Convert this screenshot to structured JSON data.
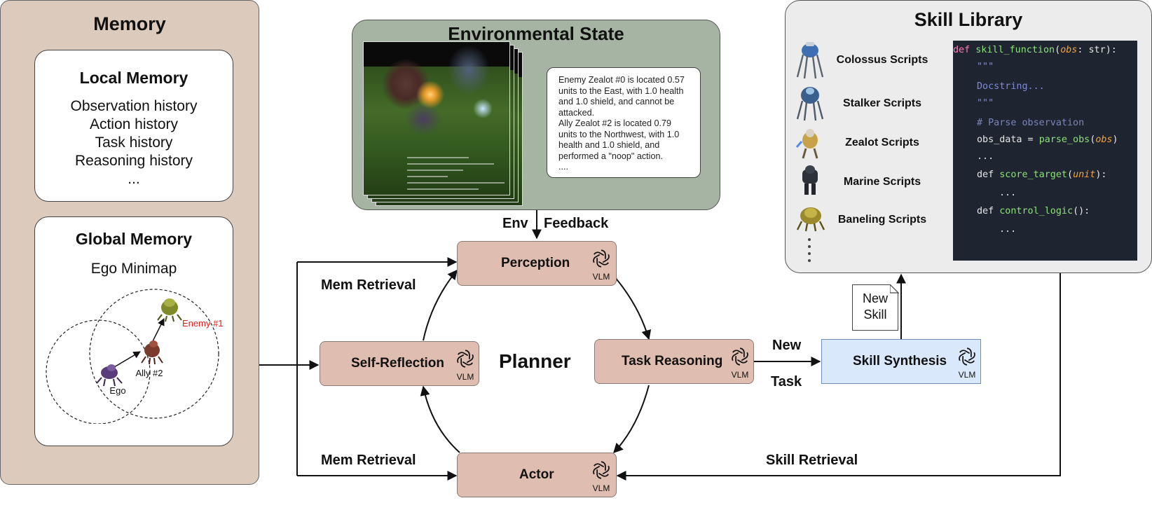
{
  "memory": {
    "title": "Memory",
    "local": {
      "title": "Local Memory",
      "items": [
        "Observation history",
        "Action history",
        "Task history",
        "Reasoning history",
        "..."
      ]
    },
    "global": {
      "title": "Global Memory",
      "minimap_title": "Ego Minimap",
      "labels": {
        "ego": "Ego",
        "ally": "Ally #2",
        "enemy": "Enemy #1"
      },
      "enemy_color": "#e0201b"
    }
  },
  "environment": {
    "title": "Environmental State",
    "text": "Enemy Zealot #0 is located 0.57 units to the East, with 1.0 health and 1.0 shield, and cannot be attacked.\nAlly Zealot #2 is located 0.79 units to the Northwest, with 1.0 health and 1.0 shield, and performed a \"noop\" action.\n...."
  },
  "skill_library": {
    "title": "Skill Library",
    "skills": [
      "Colossus Scripts",
      "Stalker Scripts",
      "Zealot Scripts",
      "Marine Scripts",
      "Baneling Scripts"
    ],
    "more": "...",
    "code": {
      "line1": {
        "kw": "def",
        "fn": "skill_function",
        "param": "obs",
        "type": "str"
      },
      "doc_open": "\"\"\"",
      "docstring": "Docstring...",
      "doc_close": "\"\"\"",
      "comment": "# Parse observation",
      "assign": {
        "var": "obs_data",
        "fn": "parse_obs",
        "arg": "obs"
      },
      "ellipsis": "...",
      "score": {
        "kw": "def",
        "fn": "score_target",
        "param": "unit"
      },
      "control": {
        "kw": "def",
        "fn": "control_logic"
      }
    }
  },
  "planner": {
    "title": "Planner",
    "nodes": {
      "perception": "Perception",
      "reasoning": "Task Reasoning",
      "actor": "Actor",
      "reflection": "Self-Reflection"
    },
    "vlm_label": "VLM"
  },
  "synthesis": {
    "label": "Skill Synthesis",
    "vlm_label": "VLM"
  },
  "edges": {
    "env_feedback": [
      "Env",
      "Feedback"
    ],
    "mem_retrieval_top": "Mem Retrieval",
    "mem_retrieval_bottom": "Mem Retrieval",
    "new_task": [
      "New",
      "Task"
    ],
    "skill_retrieval": "Skill Retrieval",
    "new_skill": [
      "New",
      "Skill"
    ]
  },
  "colors": {
    "memory_bg": "#dccbbd",
    "env_bg": "#a6b4a3",
    "library_bg": "#ececec",
    "node_bg": "#dfbdb0",
    "synthesis_bg": "#dae8fc",
    "code_bg": "#1e2430"
  }
}
